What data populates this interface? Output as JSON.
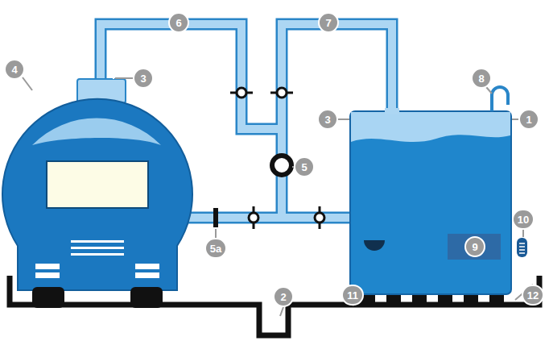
{
  "diagram": {
    "labels": [
      "6",
      "7",
      "3",
      "4",
      "8",
      "3",
      "1",
      "5",
      "5a",
      "9",
      "10",
      "2",
      "11",
      "12"
    ]
  }
}
